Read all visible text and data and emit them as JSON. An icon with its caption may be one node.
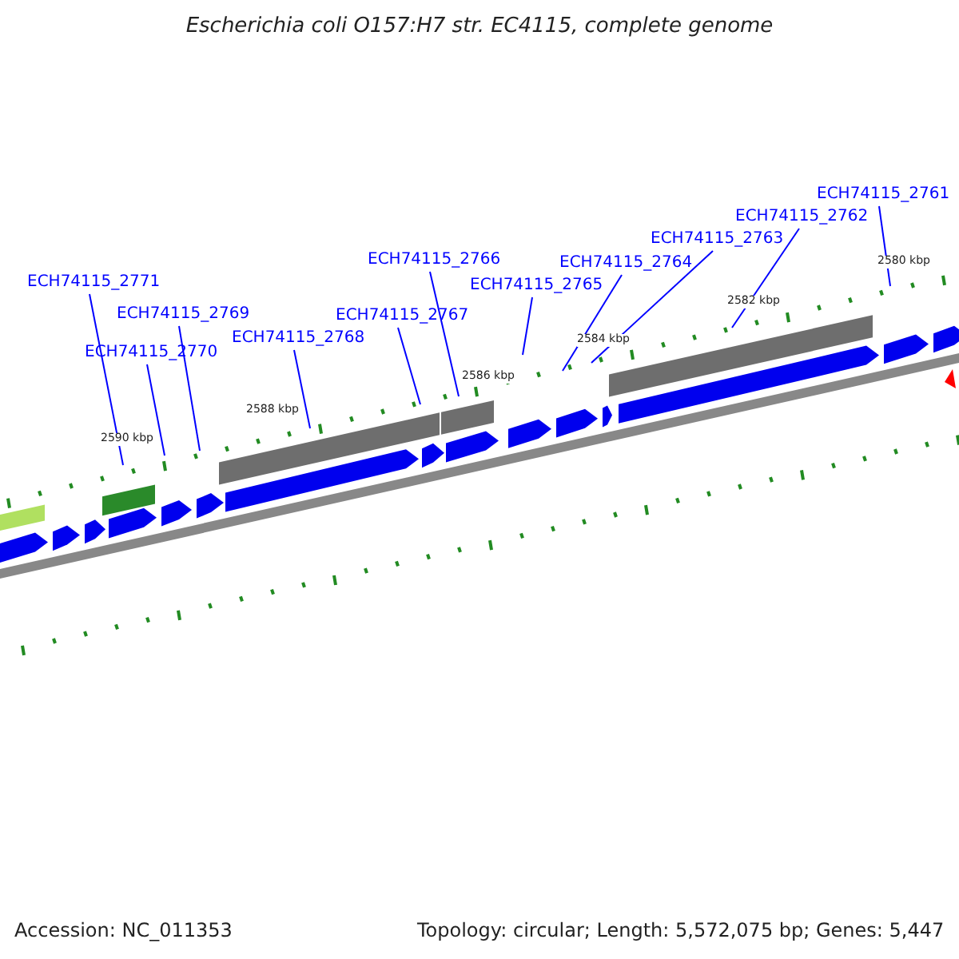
{
  "diagram": {
    "title": "Escherichia coli O157:H7 str. EC4115, complete genome",
    "nodes": [
      {
        "text": [
          "ECH74115_2771"
        ]
      },
      {
        "text": [
          "ECH74115_2770"
        ]
      },
      {
        "text": [
          "ECH74115_2769"
        ]
      },
      {
        "text": [
          "ECH74115_2768"
        ]
      },
      {
        "text": [
          "ECH74115_2767"
        ]
      },
      {
        "text": [
          "ECH74115_2766"
        ]
      },
      {
        "text": [
          "ECH74115_2765"
        ]
      },
      {
        "text": [
          "ECH74115_2764"
        ]
      },
      {
        "text": [
          "ECH74115_2763"
        ]
      },
      {
        "text": [
          "ECH74115_2762"
        ]
      },
      {
        "text": [
          "ECH74115_2761"
        ]
      }
    ],
    "edges": [
      {
        "from": 0,
        "to": null,
        "arrow": "none"
      },
      {
        "from": 1,
        "to": null,
        "arrow": "none"
      },
      {
        "from": 2,
        "to": null,
        "arrow": "none"
      },
      {
        "from": 3,
        "to": null,
        "arrow": "none"
      },
      {
        "from": 4,
        "to": null,
        "arrow": "none"
      },
      {
        "from": 5,
        "to": null,
        "arrow": "none"
      },
      {
        "from": 6,
        "to": null,
        "arrow": "none"
      },
      {
        "from": 7,
        "to": null,
        "arrow": "none"
      },
      {
        "from": 8,
        "to": null,
        "arrow": "none"
      },
      {
        "from": 9,
        "to": null,
        "arrow": "none"
      },
      {
        "from": 10,
        "to": null,
        "arrow": "none"
      }
    ],
    "labels": [
      "2580 kbp",
      "2582 kbp",
      "2584 kbp",
      "2586 kbp",
      "2588 kbp",
      "2590 kbp",
      "Accession: NC_011353",
      "Topology: circular; Length: 5,572,075 bp; Genes: 5,447"
    ]
  }
}
